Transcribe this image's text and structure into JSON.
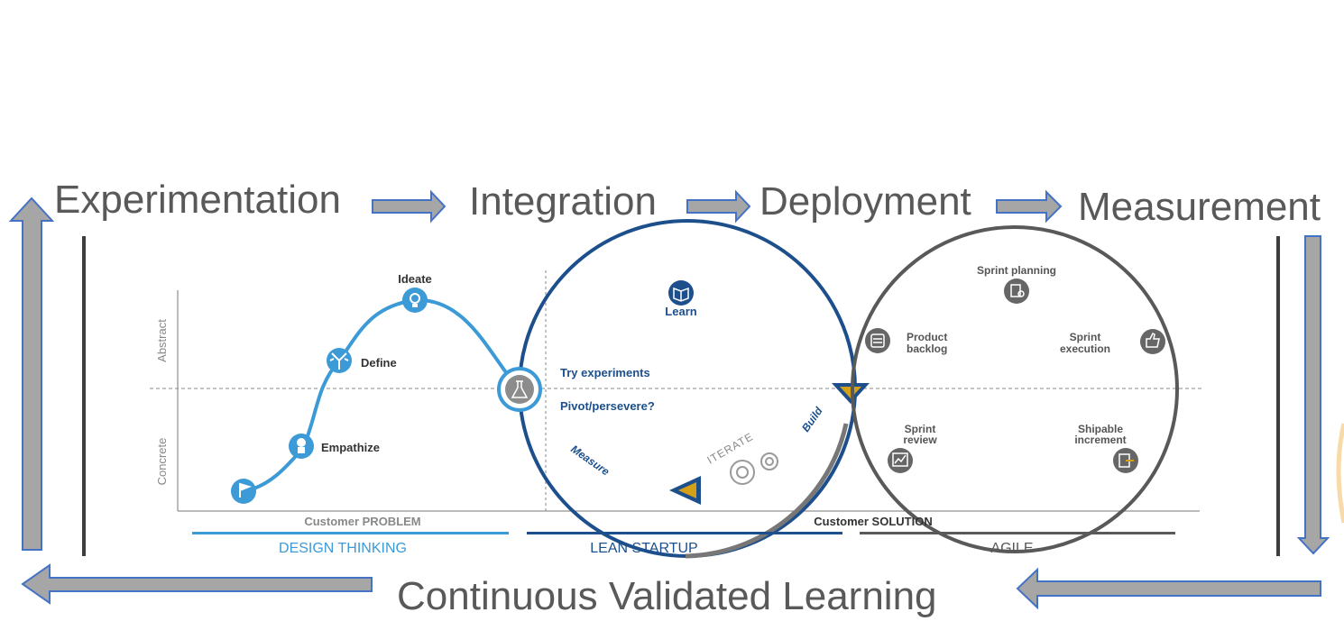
{
  "flow": {
    "experimentation": "Experimentation",
    "integration": "Integration",
    "deployment": "Deployment",
    "measurement": "Measurement",
    "learning": "Continuous Validated Learning"
  },
  "axis": {
    "abstract": "Abstract",
    "concrete": "Concrete"
  },
  "design_thinking": {
    "ideate": "Ideate",
    "define": "Define",
    "empathize": "Empathize",
    "customer_problem": "Customer PROBLEM",
    "band": "DESIGN THINKING"
  },
  "lean": {
    "learn": "Learn",
    "try": "Try experiments",
    "pivot": "Pivot/persevere?",
    "build": "Build",
    "measure": "Measure",
    "iterate": "ITERATE",
    "band": "LEAN STARTUP"
  },
  "agile": {
    "sprint_planning": "Sprint planning",
    "product": "Product",
    "backlog": "backlog",
    "sprint_exec_1": "Sprint",
    "sprint_exec_2": "execution",
    "sprint_review_1": "Sprint",
    "sprint_review_2": "review",
    "shipable_1": "Shipable",
    "shipable_2": "increment",
    "customer_solution": "Customer SOLUTION",
    "band": "AGILE"
  },
  "colors": {
    "design": "#3c9ad6",
    "lean": "#1c4f8c",
    "agile": "#595959",
    "arrow_fill": "#a6a6a6",
    "arrow_stroke": "#4472c4",
    "accent": "#d4a017"
  }
}
